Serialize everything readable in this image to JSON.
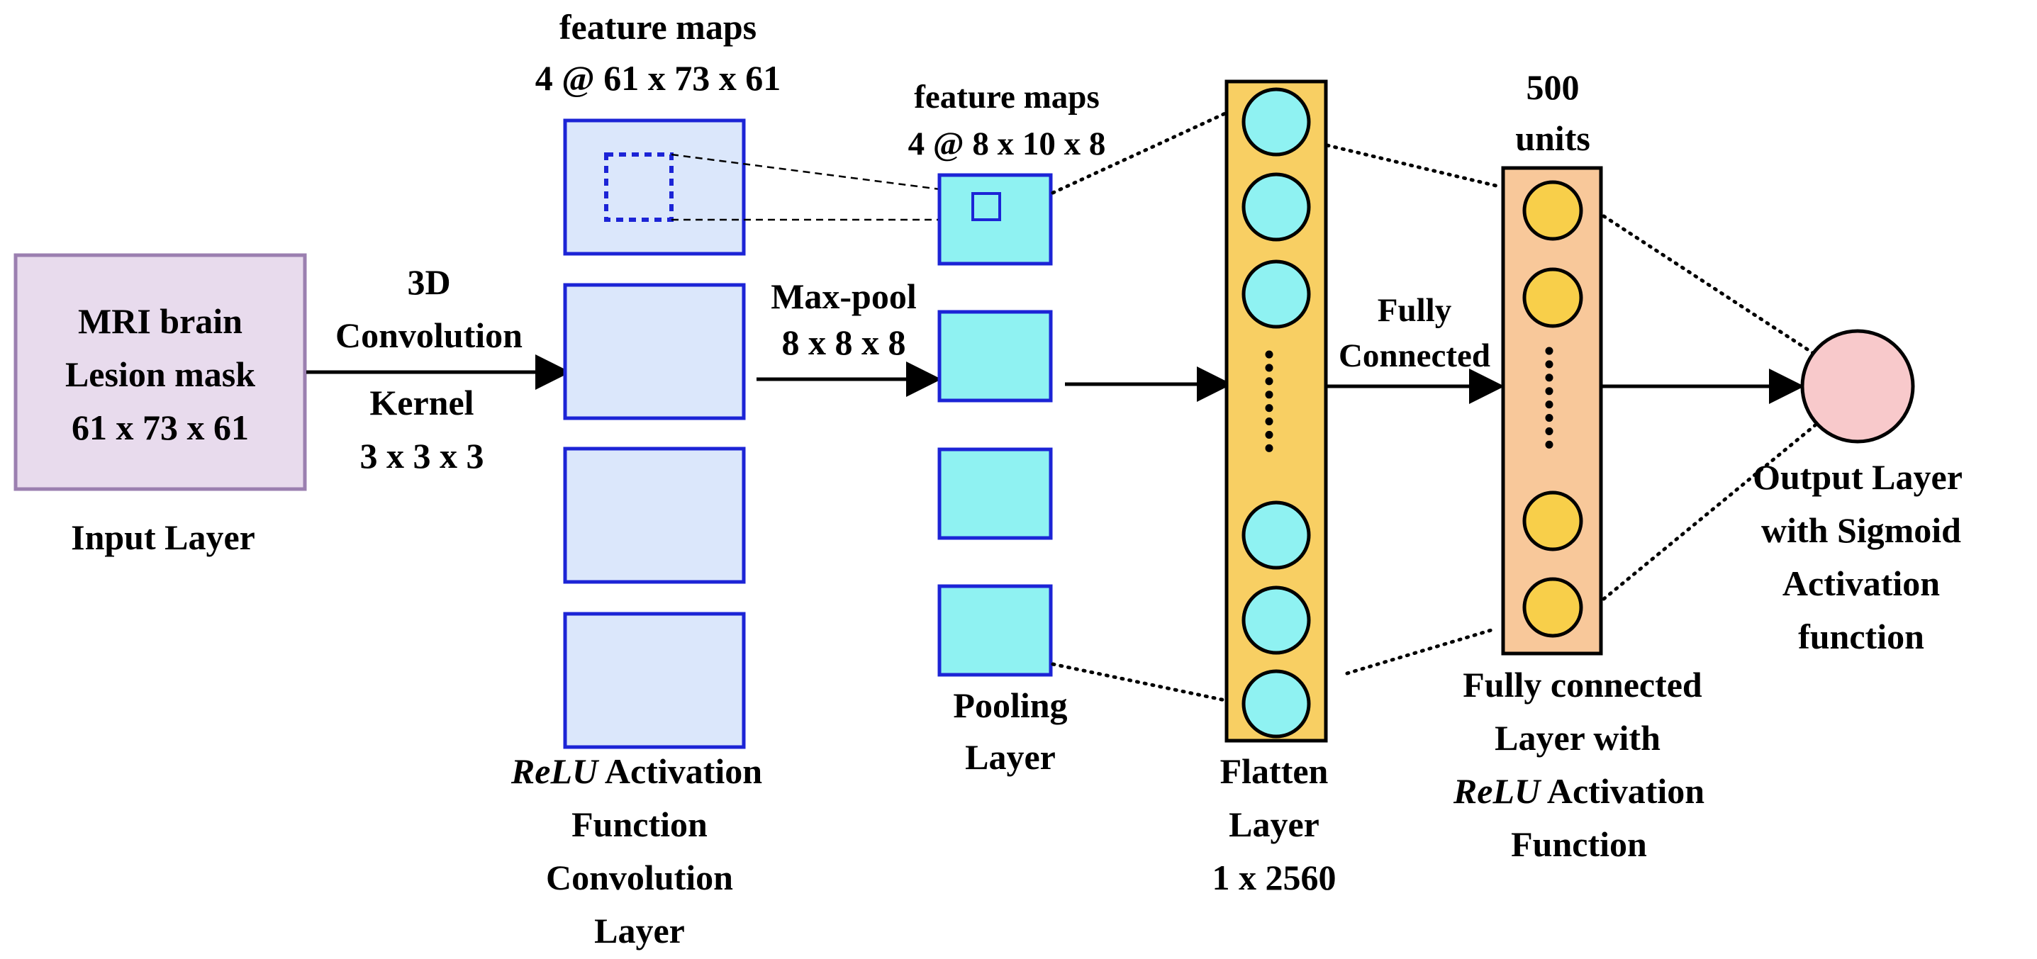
{
  "input_layer": {
    "box_lines": [
      "MRI brain",
      "Lesion mask",
      "61 x 73 x 61"
    ],
    "caption": "Input Layer"
  },
  "convolution_op": {
    "lines": [
      "3D",
      "Convolution",
      "Kernel",
      "3 x 3 x 3"
    ]
  },
  "conv_layer": {
    "header_lines": [
      "feature maps",
      "4 @ 61 x 73 x 61"
    ],
    "caption_activation_word": "ReLU",
    "caption_line1_rest": " Activation",
    "caption_lines": [
      "Function",
      "Convolution",
      "Layer"
    ]
  },
  "maxpool_op": {
    "lines": [
      "Max-pool",
      "8 x 8 x 8"
    ]
  },
  "pooling_layer": {
    "header_lines": [
      "feature maps",
      "4 @ 8 x 10 x 8"
    ],
    "caption_lines": [
      "Pooling",
      "Layer"
    ]
  },
  "flatten_layer": {
    "caption_lines": [
      "Flatten",
      "Layer",
      "1 x 2560"
    ]
  },
  "fully_connected_op": {
    "lines": [
      "Fully",
      "Connected"
    ]
  },
  "dense_layer": {
    "header_lines": [
      "500",
      "units"
    ],
    "caption_line1": "Fully connected",
    "caption_line2": "Layer with",
    "caption_activation_word": "ReLU",
    "caption_line3_rest": " Activation",
    "caption_line4": "Function"
  },
  "output_layer": {
    "caption_lines": [
      "Output Layer",
      "with Sigmoid",
      "Activation",
      "function"
    ]
  },
  "colors": {
    "input_fill": "#e8dbed",
    "input_stroke": "#9b7fb0",
    "conv_fill": "#dbe7fb",
    "conv_stroke": "#1c24d6",
    "pool_fill": "#8ff2f2",
    "pool_stroke": "#1c24d6",
    "flatten_fill": "#f8cf63",
    "node_cyan": "#8ff2f2",
    "dense_fill": "#f8c89a",
    "node_yellow": "#f8cf4a",
    "output_fill": "#f8c9cb",
    "line": "#000000"
  }
}
